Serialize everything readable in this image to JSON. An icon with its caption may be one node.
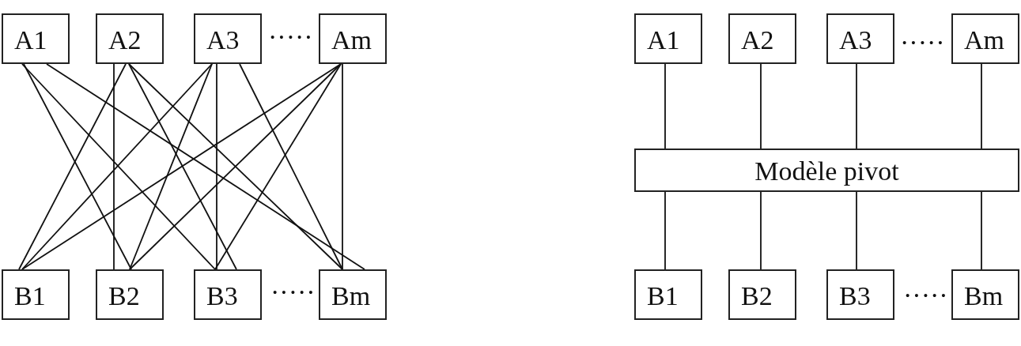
{
  "diagram": {
    "nodes": [
      {
        "text": [
          "A1"
        ]
      },
      {
        "text": [
          "A2"
        ]
      },
      {
        "text": [
          "A3"
        ]
      },
      {
        "text": [
          "Am"
        ]
      },
      {
        "text": [
          "B1"
        ]
      },
      {
        "text": [
          "B2"
        ]
      },
      {
        "text": [
          "B3"
        ]
      },
      {
        "text": [
          "Bm"
        ]
      },
      {
        "text": [
          "A1"
        ]
      },
      {
        "text": [
          "A2"
        ]
      },
      {
        "text": [
          "A3"
        ]
      },
      {
        "text": [
          "Am"
        ]
      },
      {
        "text": [
          "Modèle pivot"
        ]
      },
      {
        "text": [
          "B1"
        ]
      },
      {
        "text": [
          "B2"
        ]
      },
      {
        "text": [
          "B3"
        ]
      },
      {
        "text": [
          "Bm"
        ]
      }
    ],
    "edges": [
      {
        "from": 0,
        "to": 5,
        "arrow": "none"
      },
      {
        "from": 0,
        "to": 6,
        "arrow": "none"
      },
      {
        "from": 0,
        "to": 7,
        "arrow": "none"
      },
      {
        "from": 1,
        "to": 4,
        "arrow": "none"
      },
      {
        "from": 1,
        "to": 5,
        "arrow": "none"
      },
      {
        "from": 1,
        "to": 6,
        "arrow": "none"
      },
      {
        "from": 1,
        "to": 7,
        "arrow": "none"
      },
      {
        "from": 2,
        "to": 4,
        "arrow": "none"
      },
      {
        "from": 2,
        "to": 5,
        "arrow": "none"
      },
      {
        "from": 2,
        "to": 6,
        "arrow": "none"
      },
      {
        "from": 2,
        "to": 7,
        "arrow": "none"
      },
      {
        "from": 3,
        "to": 4,
        "arrow": "none"
      },
      {
        "from": 3,
        "to": 5,
        "arrow": "none"
      },
      {
        "from": 3,
        "to": 6,
        "arrow": "none"
      },
      {
        "from": 3,
        "to": 7,
        "arrow": "none"
      },
      {
        "from": 8,
        "to": 12,
        "arrow": "none"
      },
      {
        "from": 9,
        "to": 12,
        "arrow": "none"
      },
      {
        "from": 10,
        "to": 12,
        "arrow": "none"
      },
      {
        "from": 11,
        "to": 12,
        "arrow": "none"
      },
      {
        "from": 12,
        "to": 13,
        "arrow": "none"
      },
      {
        "from": 12,
        "to": 14,
        "arrow": "none"
      },
      {
        "from": 12,
        "to": 15,
        "arrow": "none"
      },
      {
        "from": 12,
        "to": 16,
        "arrow": "none"
      }
    ],
    "labels": [
      "·····",
      "·····",
      "·····",
      "·····"
    ]
  }
}
